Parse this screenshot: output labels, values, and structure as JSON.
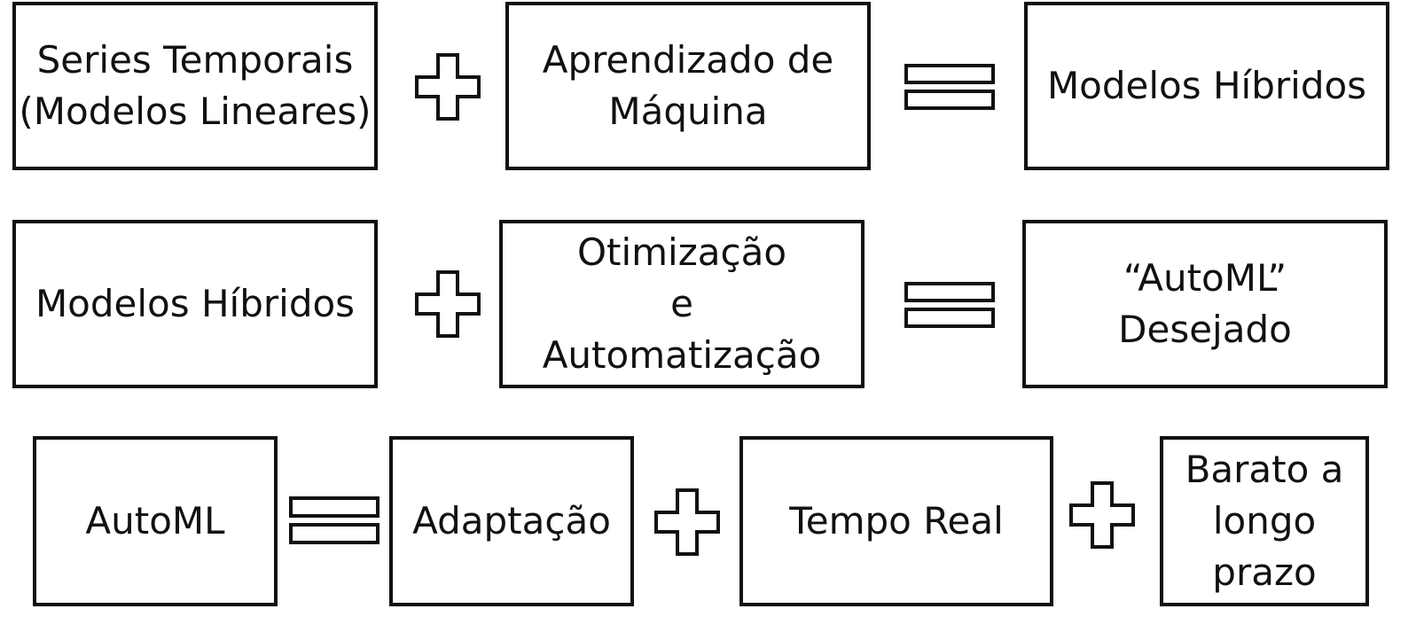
{
  "rows": [
    {
      "left": [
        "Series Temporais",
        "(Modelos Lineares)"
      ],
      "operator": "plus",
      "middle": [
        "Aprendizado de",
        "Máquina"
      ],
      "equals": "equals",
      "result": [
        "Modelos Híbridos"
      ]
    },
    {
      "left": [
        "Modelos Híbridos"
      ],
      "operator": "plus",
      "middle": [
        "Otimização",
        "e",
        "Automatização"
      ],
      "equals": "equals",
      "result": [
        "“AutoML”",
        "Desejado"
      ]
    },
    {
      "left": [
        "AutoML"
      ],
      "equals": "equals",
      "terms": [
        [
          "Adaptação"
        ],
        [
          "Tempo Real"
        ],
        [
          "Barato a",
          "longo",
          "prazo"
        ]
      ]
    }
  ],
  "icons": {
    "plus": "plus-icon",
    "equals": "equals-icon"
  }
}
